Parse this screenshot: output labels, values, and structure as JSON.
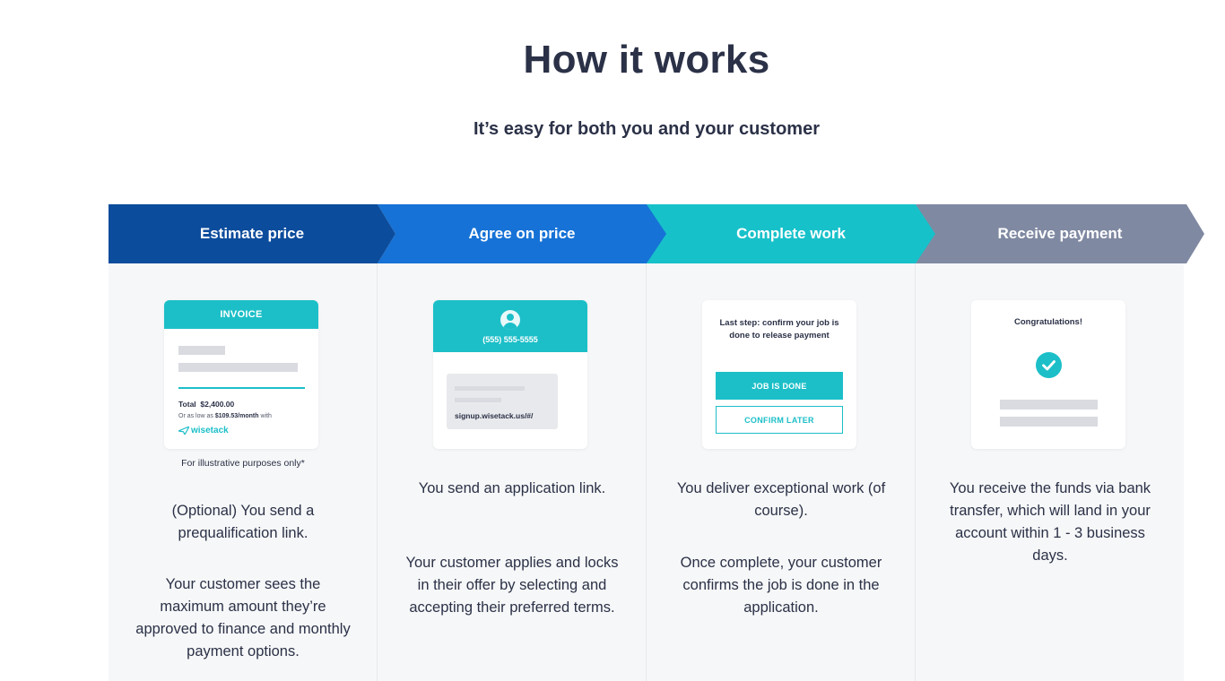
{
  "header": {
    "title": "How it works",
    "subtitle": "It’s easy for both you and your customer"
  },
  "steps": [
    {
      "label": "Estimate price",
      "color": "#0c4c9c"
    },
    {
      "label": "Agree on price",
      "color": "#1672d6"
    },
    {
      "label": "Complete work",
      "color": "#17c1ca"
    },
    {
      "label": "Receive payment",
      "color": "#8089a2"
    }
  ],
  "invoice_card": {
    "header": "INVOICE",
    "total_label": "Total",
    "total_value": "$2,400.00",
    "low_prefix": "Or as low as",
    "low_value": "$109.53/month",
    "low_suffix": "with",
    "brand": "wisetack",
    "caption": "For illustrative purposes only*"
  },
  "phone_card": {
    "phone": "(555) 555-5555",
    "link": "signup.wisetack.us/#/"
  },
  "confirm_card": {
    "text": "Last step: confirm your job is done to release payment",
    "primary_button": "JOB IS DONE",
    "secondary_button": "CONFIRM LATER"
  },
  "congrats_card": {
    "text": "Congratulations!"
  },
  "descriptions": {
    "step1_p1": "(Optional) You send a prequalification link.",
    "step1_p2": "Your customer sees the maximum amount they’re approved to finance and monthly payment options.",
    "step2_p1": "You send an application link.",
    "step2_p2": "Your customer applies and locks in their offer by selecting and accepting their preferred terms.",
    "step3_p1": "You deliver exceptional work (of course).",
    "step3_p2": "Once complete, your customer confirms the job is done in the application.",
    "step4_p1": "You receive the funds via bank transfer, which will land in your account within 1 - 3 business days."
  },
  "colors": {
    "accent": "#1cbfc8",
    "text": "#2b3147",
    "panel": "#f6f7f8"
  }
}
